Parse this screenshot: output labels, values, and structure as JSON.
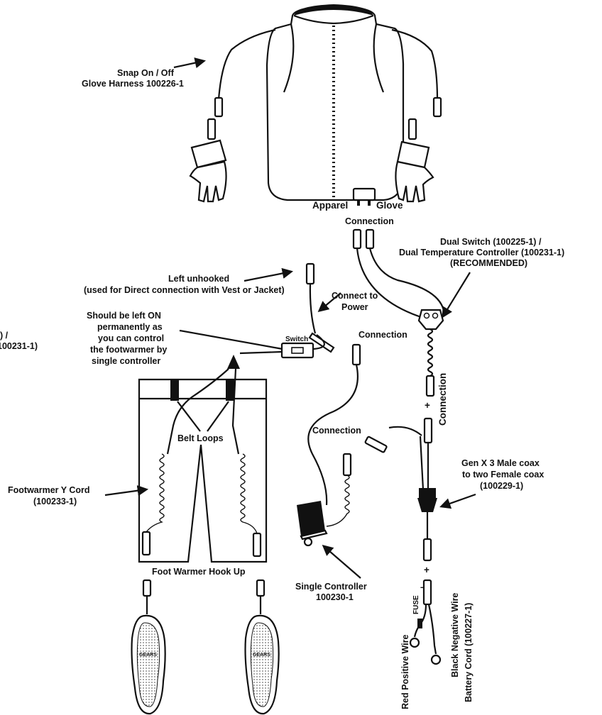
{
  "labels": {
    "snap_line1": "Snap On / Off",
    "snap_line2": "Glove Harness 100226-1",
    "apparel": "Apparel",
    "glove": "Glove",
    "connection_top": "Connection",
    "dual_line1": "Dual Switch (100225-1) /",
    "dual_line2": "Dual Temperature Controller (100231-1)",
    "dual_line3": "(RECOMMENDED)",
    "left_line1": "Left unhooked",
    "left_line2": "(used for Direct connection with Vest or Jacket)",
    "connect_line1": "Connect to",
    "connect_line2": "Power",
    "connection_mid": "Connection",
    "should_line1": "Should be left ON",
    "should_line2": "permanently as",
    "should_line3": "you can control",
    "should_line4": "the footwarmer by",
    "should_line5": "single controller",
    "switch": "Switch",
    "edge_line1": ") /",
    "edge_line2": "100231-1)",
    "belt_loops": "Belt Loops",
    "connection_vertical": "Connection",
    "connection_left": "Connection",
    "genx_line1": "Gen X 3 Male coax",
    "genx_line2": "to two Female coax",
    "genx_line3": "(100229-1)",
    "footy_line1": "Footwarmer Y Cord",
    "footy_line2": "(100233-1)",
    "foot_hookup": "Foot Warmer Hook Up",
    "single_line1": "Single Controller",
    "single_line2": "100230-1",
    "fuse": "FUSE",
    "red_wire": "Red Positive Wire",
    "black_wire": "Black Negative Wire",
    "battery_cord": "Battery Cord (100227-1)",
    "plus_upper": "+",
    "minus_upper": "–",
    "plus_lower": "+",
    "minus_lower": "–",
    "brand_left": "GEARS",
    "brand_right": "GEARS"
  }
}
